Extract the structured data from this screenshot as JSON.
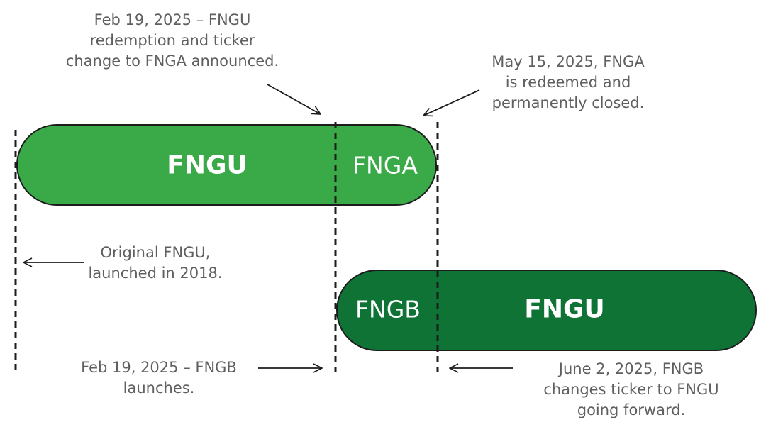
{
  "colors": {
    "old_fund_bar": "#3aaa48",
    "new_fund_bar": "#0e7335",
    "bar_outline": "#1c1c1c",
    "annotation_text": "#5f5f5f",
    "bar_text": "#ffffff"
  },
  "bars": {
    "old_fund": {
      "left_label": "FNGU",
      "right_label": "FNGA"
    },
    "new_fund": {
      "left_label": "FNGB",
      "right_label": "FNGU"
    }
  },
  "annotations": {
    "fngu_redemption": {
      "lines": [
        "Feb 19, 2025 – FNGU",
        "redemption and ticker",
        "change to FNGA announced."
      ]
    },
    "fnga_closed": {
      "lines": [
        "May 15, 2025, FNGA",
        "is redeemed and",
        "permanently closed."
      ]
    },
    "original_fngu": {
      "lines": [
        "Original FNGU,",
        "launched in 2018."
      ]
    },
    "fngb_launch": {
      "lines": [
        "Feb 19, 2025 – FNGB",
        "launches."
      ]
    },
    "fngb_ticker_change": {
      "lines": [
        "June 2, 2025, FNGB",
        "changes ticker to FNGU",
        "going forward."
      ]
    }
  }
}
